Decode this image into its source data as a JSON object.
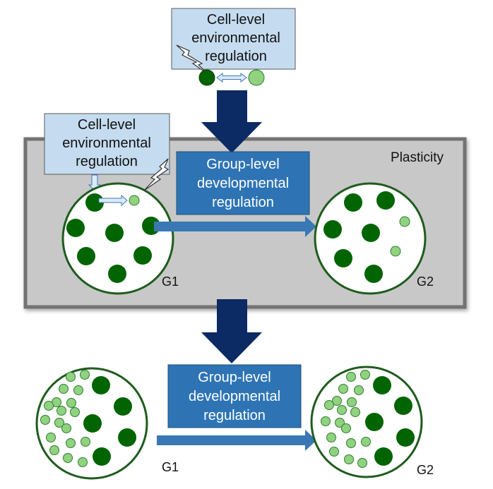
{
  "top_box": {
    "line1": "Cell-level",
    "line2": "environmental",
    "line3": "regulation"
  },
  "plasticity": {
    "label": "Plasticity",
    "cell_box": {
      "line1": "Cell-level",
      "line2": "environmental",
      "line3": "regulation"
    },
    "group_box": {
      "line1": "Group-level",
      "line2": "developmental",
      "line3": "regulation"
    },
    "g1_label": "G1",
    "g2_label": "G2"
  },
  "bottom": {
    "group_box": {
      "line1": "Group-level",
      "line2": "developmental",
      "line3": "regulation"
    },
    "g1_label": "G1",
    "g2_label": "G2"
  },
  "colors": {
    "dark_cell": "#006400",
    "light_cell": "#90d27f",
    "group_outline": "#1e5c1e",
    "cell_box_fill": "#c5dcf0",
    "group_box_fill": "#2e74b5",
    "group_box_text": "#ffffff",
    "big_arrow": "#0c2a63",
    "small_arrow": "#3a78b4",
    "plasticity_fill": "#c8c8c8",
    "plasticity_border": "#737373"
  }
}
